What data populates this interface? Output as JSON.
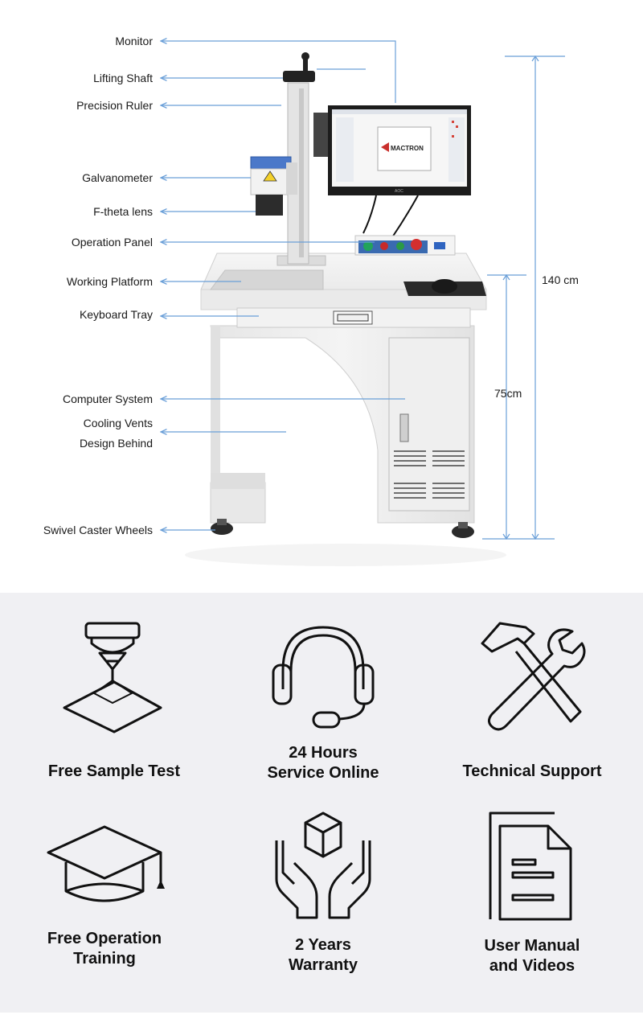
{
  "labels": {
    "monitor": "Monitor",
    "lifting_shaft": "Lifting Shaft",
    "precision_ruler": "Precision Ruler",
    "galvanometer": "Galvanometer",
    "f_theta_lens": "F-theta lens",
    "operation_panel": "Operation Panel",
    "working_platform": "Working Platform",
    "keyboard_tray": "Keyboard Tray",
    "computer_system": "Computer System",
    "cooling_vents_1": "Cooling Vents",
    "cooling_vents_2": "Design Behind",
    "caster_wheels": "Swivel Caster Wheels"
  },
  "dimensions": {
    "total_height": "140 cm",
    "table_height": "75cm"
  },
  "screen": {
    "brand": "MACTRON",
    "monitor_brand": "AOC"
  },
  "services": [
    {
      "title": "Free Sample Test",
      "icon": "laser-engraving-icon"
    },
    {
      "title": "24 Hours\nService Online",
      "icon": "headset-icon"
    },
    {
      "title": "Technical Support",
      "icon": "hammer-wrench-icon"
    },
    {
      "title": "Free Operation\nTraining",
      "icon": "graduation-cap-icon"
    },
    {
      "title": "2 Years\nWarranty",
      "icon": "hands-box-icon"
    },
    {
      "title": "User Manual\nand Videos",
      "icon": "document-icon"
    }
  ],
  "colors": {
    "arrow": "#6a9fd8",
    "machine_body": "#ececec",
    "panel_bg": "#f0f0f3",
    "laser_head": "#4b78c9"
  }
}
